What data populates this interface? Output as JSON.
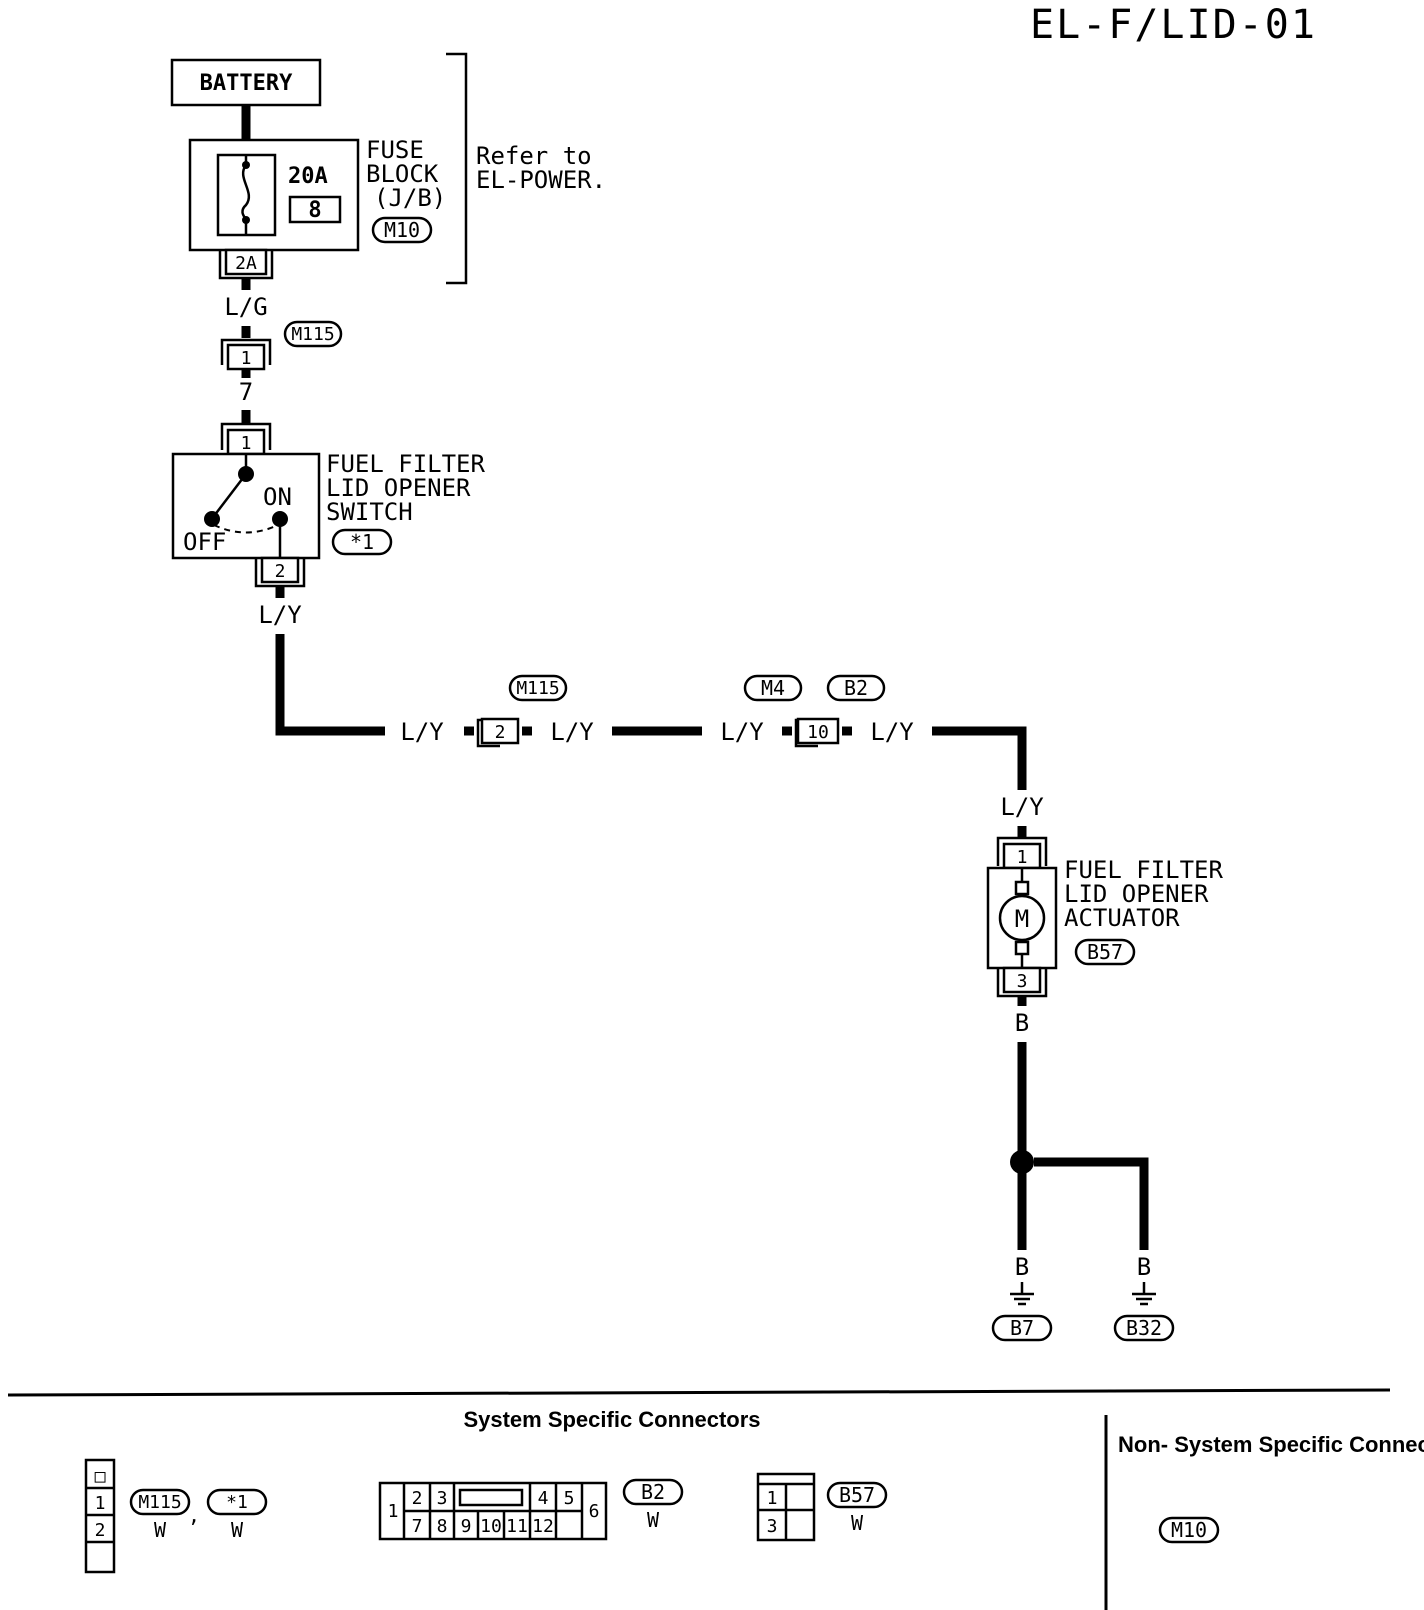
{
  "title": "EL-F/LID-01",
  "battery": {
    "label": "BATTERY"
  },
  "fuse_block": {
    "label_line1": "FUSE",
    "label_line2": "BLOCK",
    "label_line3": "(J/B)",
    "connector": "M10",
    "rating": "20A",
    "fuse_number": "8",
    "terminal": "2A"
  },
  "refer": {
    "line1": "Refer to",
    "line2": "EL-POWER."
  },
  "wires": {
    "lg": "L/G",
    "ly1": "L/Y",
    "ly2": "L/Y",
    "ly3": "L/Y",
    "ly4": "L/Y",
    "ly5": "L/Y",
    "ly6": "L/Y",
    "b1": "B",
    "b2": "B",
    "b3": "B"
  },
  "connector_m115_top": {
    "id": "M115",
    "pin": "1",
    "mate_pin": "7"
  },
  "switch": {
    "line1": "FUEL FILTER",
    "line2": "LID OPENER",
    "line3": "SWITCH",
    "connector": "*1",
    "pin_top": "1",
    "pin_bottom": "2",
    "on_label": "ON",
    "off_label": "OFF"
  },
  "inline_m115": {
    "id": "M115",
    "pin": "2"
  },
  "inline_m4_b2": {
    "id_left": "M4",
    "id_right": "B2",
    "pin": "10"
  },
  "actuator": {
    "line1": "FUEL FILTER",
    "line2": "LID OPENER",
    "line3": "ACTUATOR",
    "connector": "B57",
    "pin_top": "1",
    "pin_bottom": "3",
    "motor": "M"
  },
  "grounds": {
    "g1": "B7",
    "g2": "B32"
  },
  "legend": {
    "system_title": "System Specific Connectors",
    "non_system_title": "Non- System Specific Connectors",
    "c1": {
      "pin_blank": "□",
      "pin1": "1",
      "pin2": "2",
      "id_a": "M115",
      "color_a": "W",
      "sep": ",",
      "id_b": "*1",
      "color_b": "W"
    },
    "c2": {
      "pins_top": [
        "2",
        "3",
        "4",
        "5"
      ],
      "pins_bottom": [
        "7",
        "8",
        "9",
        "10",
        "11",
        "12"
      ],
      "pin_left": "1",
      "pin_right": "6",
      "id": "B2",
      "color": "W"
    },
    "c3": {
      "pin1": "1",
      "pin3": "3",
      "id": "B57",
      "color": "W"
    },
    "non_system_id": "M10"
  }
}
